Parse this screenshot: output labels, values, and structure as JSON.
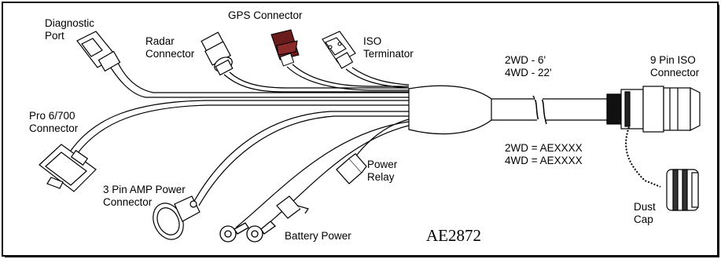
{
  "labels": {
    "diagnostic_port": [
      "Diagnostic",
      "Port"
    ],
    "gps_connector": "GPS Connector",
    "radar_connector": [
      "Radar",
      "Connector"
    ],
    "iso_terminator": [
      "ISO",
      "Terminator"
    ],
    "length": [
      "2WD - 6'",
      "4WD - 22'"
    ],
    "iso_connector": [
      "9 Pin ISO",
      "Connector"
    ],
    "pro_connector": [
      "Pro 6/700",
      "Connector"
    ],
    "part_numbers": [
      "2WD = AEXXXX",
      "4WD = AEXXXX"
    ],
    "power_relay": [
      "Power",
      "Relay"
    ],
    "amp_power": [
      "3 Pin AMP Power",
      "Connector"
    ],
    "battery_power": "Battery Power",
    "dust_cap": [
      "Dust",
      "Cap"
    ],
    "part_code": "AE2872"
  },
  "colors": {
    "gps_connector_fill": "#6b1d1d",
    "line": "#000000"
  }
}
